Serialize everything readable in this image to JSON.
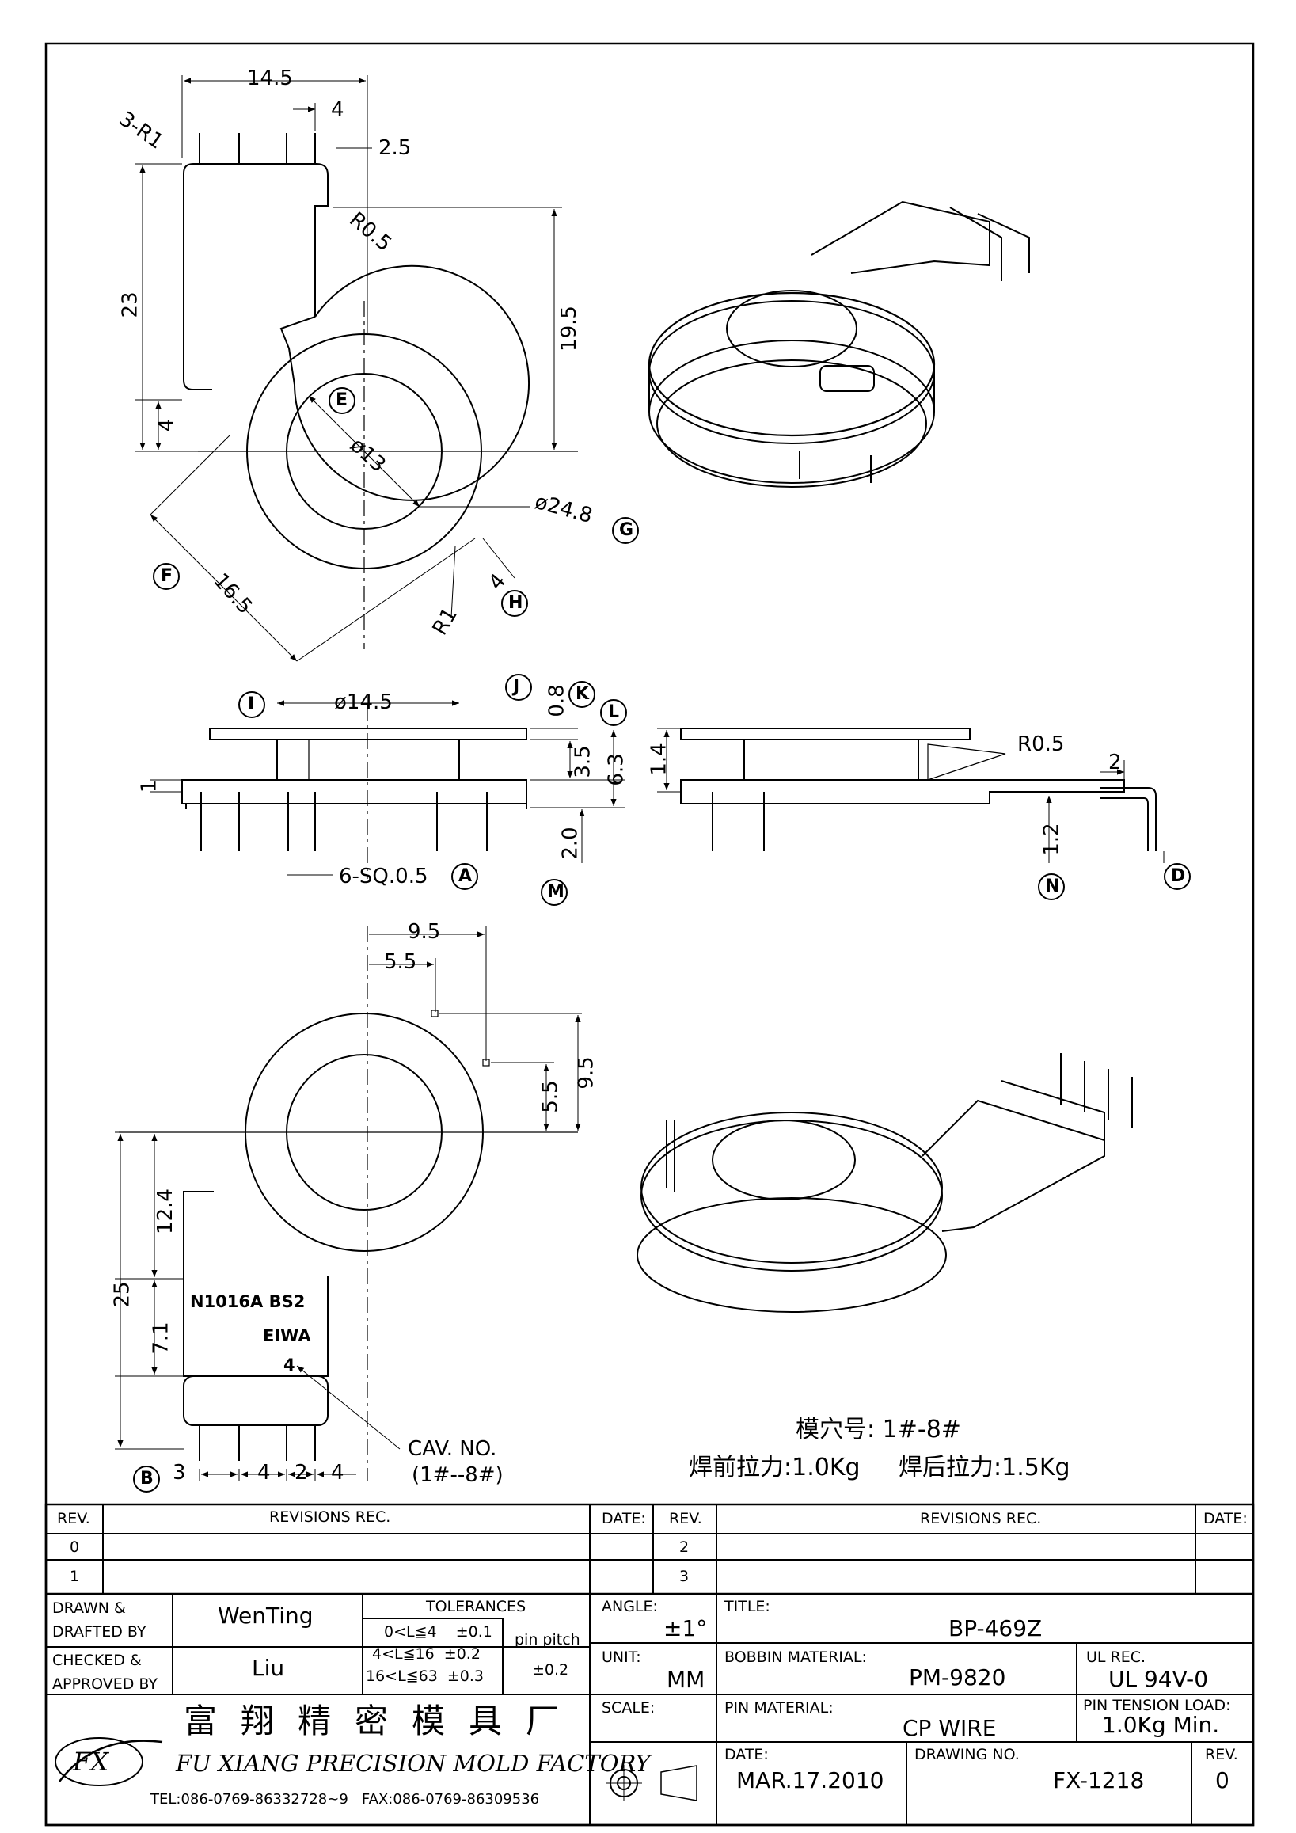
{
  "views": {
    "top": {
      "dims": {
        "d1": "14.5",
        "d2": "4",
        "d3": "2.5",
        "d4": "3-R1",
        "d5": "R0.5",
        "d6": "23",
        "d7": "19.5",
        "d8": "4",
        "d9": "ø13",
        "d10": "ø24.8",
        "d11": "16.5",
        "d12": "R1",
        "d13": "4"
      },
      "circles": {
        "E": "E",
        "F": "F",
        "G": "G",
        "H": "H"
      }
    },
    "front": {
      "dims": {
        "d1": "ø14.5",
        "d2": "0.8",
        "d3": "3.5",
        "d4": "6.3",
        "d5": "1",
        "d6": "2.0",
        "d7": "6-SQ.0.5"
      },
      "circles": {
        "I": "I",
        "J": "J",
        "K": "K",
        "L": "L",
        "A": "A",
        "M": "M"
      }
    },
    "side": {
      "dims": {
        "d1": "R0.5",
        "d2": "2",
        "d3": "1.4",
        "d4": "1.2"
      },
      "circles": {
        "N": "N",
        "D": "D"
      }
    },
    "bottom": {
      "dims": {
        "d1": "9.5",
        "d2": "5.5",
        "d3": "9.5",
        "d4": "5.5",
        "d5": "12.4",
        "d6": "25",
        "d7": "7.1",
        "d8": "3",
        "d9": "4",
        "d10": "2",
        "d11": "4"
      },
      "marking": {
        "l1": "N1016A BS2",
        "l2": "EIWA",
        "l3": "4"
      },
      "cav_label": "CAV. NO.",
      "cav_range": "(1#--8#)",
      "circle_B": "B"
    }
  },
  "notes": {
    "cavity": "模穴号: 1#-8#",
    "pull_before": "焊前拉力:1.0Kg",
    "pull_after": "焊后拉力:1.5Kg"
  },
  "title_block": {
    "rev_header": {
      "rev": "REV.",
      "rec": "REVISIONS   REC.",
      "date": "DATE:"
    },
    "rev_rows_left": [
      "0",
      "1"
    ],
    "rev_rows_right": [
      "2",
      "3"
    ],
    "drawn_label": "DRAWN &\nDRAFTED BY",
    "drawn_by": "WenTing",
    "checked_label": "CHECKED &\nAPPROVED BY",
    "checked_by": "Liu",
    "tolerances": {
      "title": "TOLERANCES",
      "rows": [
        "0<L≦4    ±0.1",
        "4<L≦16  ±0.2",
        "16<L≦63  ±0.3"
      ],
      "pin_pitch_label": "pin pitch",
      "pin_pitch_value": "±0.2"
    },
    "angle_label": "ANGLE:",
    "angle_value": "±1°",
    "unit_label": "UNIT:",
    "unit_value": "MM",
    "scale_label": "SCALE:",
    "title_label": "TITLE:",
    "title_value": "BP-469Z",
    "bobbin_label": "BOBBIN MATERIAL:",
    "bobbin_value": "PM-9820",
    "ul_label": "UL REC.",
    "ul_value": "UL 94V-0",
    "pin_label": "PIN MATERIAL:",
    "pin_value": "CP WIRE",
    "tension_label": "PIN TENSION LOAD:",
    "tension_value": "1.0Kg Min.",
    "date_label": "DATE:",
    "date_value": "MAR.17.2010",
    "drawing_label": "DRAWING NO.",
    "drawing_value": "FX-1218",
    "rev_label": "REV.",
    "rev_value": "0",
    "company_cn": "富翔精密模具厂",
    "company_en": "FU XIANG PRECISION MOLD FACTORY",
    "contact": "TEL:086-0769-86332728~9   FAX:086-0769-86309536",
    "logo": "FX"
  }
}
